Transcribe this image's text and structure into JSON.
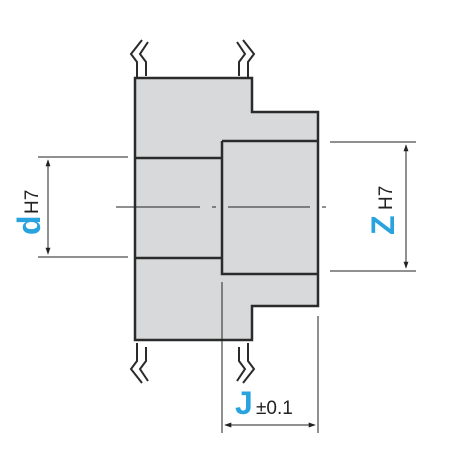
{
  "drawing": {
    "colors": {
      "outline": "#2b2b2b",
      "fill": "#d8d9db",
      "dimension_line": "#222222",
      "accent_letter": "#29a3e0"
    },
    "dimensions": {
      "bore": {
        "letter": "d",
        "tolerance": "H7"
      },
      "counterbore": {
        "letter": "Z",
        "tolerance": "H7"
      },
      "hub_length": {
        "letter": "J",
        "tolerance": "±0.1"
      }
    }
  }
}
